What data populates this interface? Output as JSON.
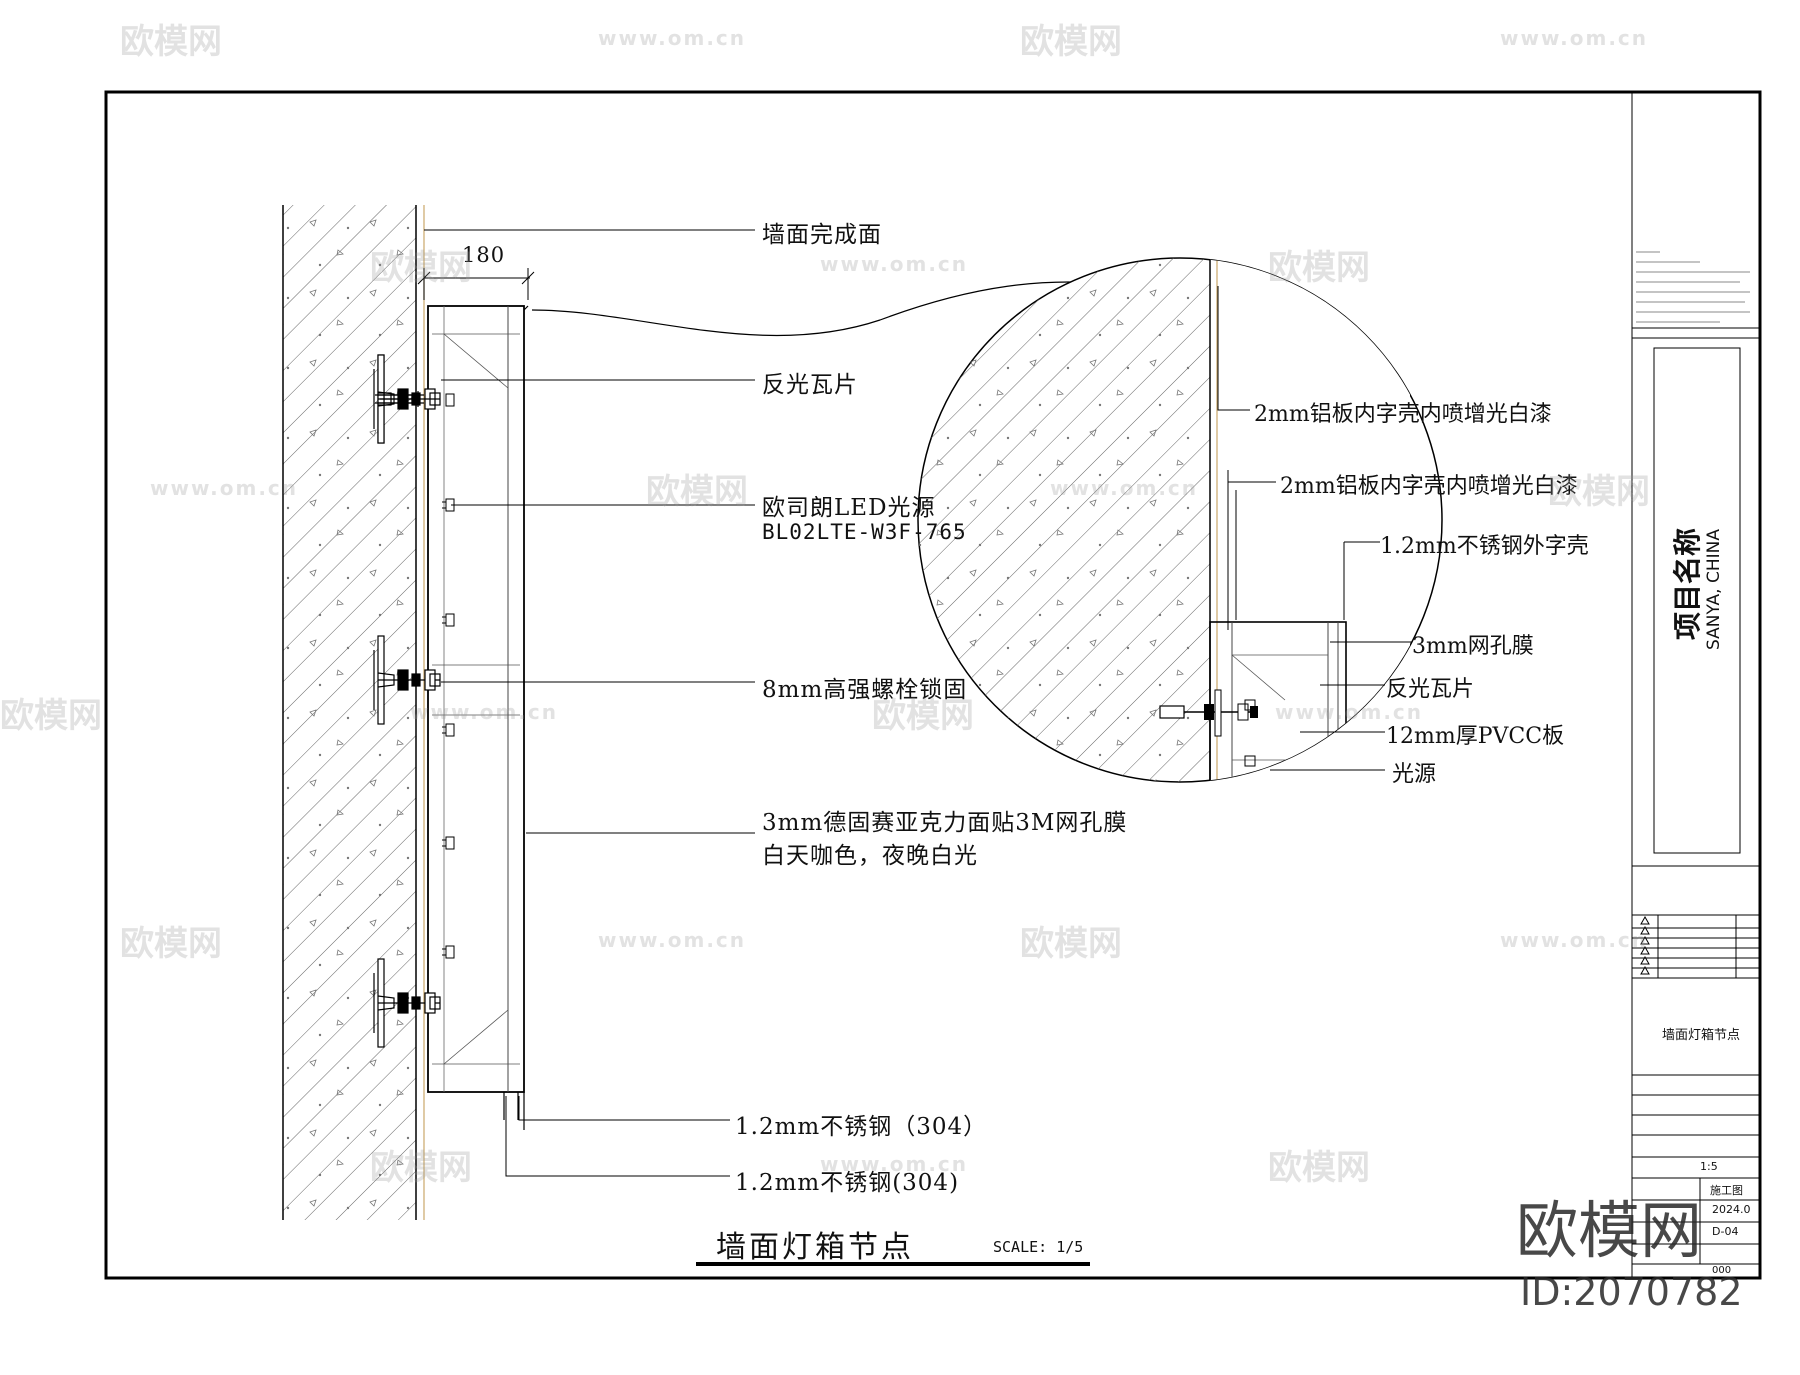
{
  "drawing": {
    "title": "墙面灯箱节点",
    "scale": "SCALE: 1/5",
    "dimension": "180"
  },
  "main_labels": [
    "墙面完成面",
    "反光瓦片",
    "欧司朗LED光源",
    "BL02LTE-W3F-765",
    "8mm高强螺栓锁固",
    "3mm德固赛亚克力面贴3M网孔膜",
    "白天咖色，夜晚白光",
    "1.2mm不锈钢（304）",
    "1.2mm不锈钢(304)"
  ],
  "detail_labels": [
    "2mm铝板内字壳内喷增光白漆",
    "2mm铝板内字壳内喷增光白漆",
    "1.2mm不锈钢外字壳",
    "3mm网孔膜",
    "反光瓦片",
    "12mm厚PVCC板",
    "光源"
  ],
  "title_block": {
    "project_name": "项目名称",
    "location": "SANYA, CHINA",
    "drawing_name": "墙面灯箱节点",
    "scale_value": "1:5",
    "stage": "施工图",
    "date": "2024.0",
    "number": "D-04",
    "revision": "000"
  },
  "watermark": {
    "brand": "欧模网",
    "url": "www.om.cn",
    "id": "ID:2070782"
  }
}
